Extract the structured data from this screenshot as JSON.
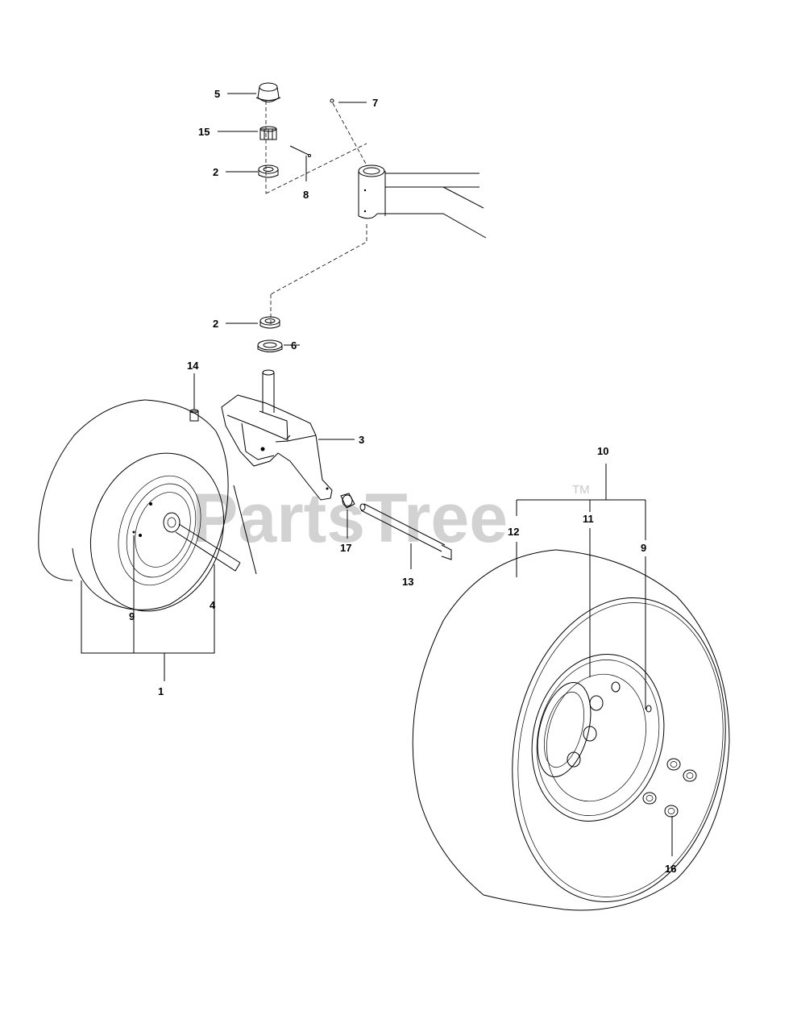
{
  "watermark": {
    "text": "PartsTree",
    "trademark": "TM"
  },
  "callouts": {
    "c1": "1",
    "c2a": "2",
    "c2b": "2",
    "c3": "3",
    "c4": "4",
    "c5": "5",
    "c6": "6",
    "c7": "7",
    "c8": "8",
    "c9a": "9",
    "c9b": "9",
    "c10": "10",
    "c11": "11",
    "c12": "12",
    "c13": "13",
    "c14": "14",
    "c15": "15",
    "c16": "16",
    "c17": "17"
  }
}
